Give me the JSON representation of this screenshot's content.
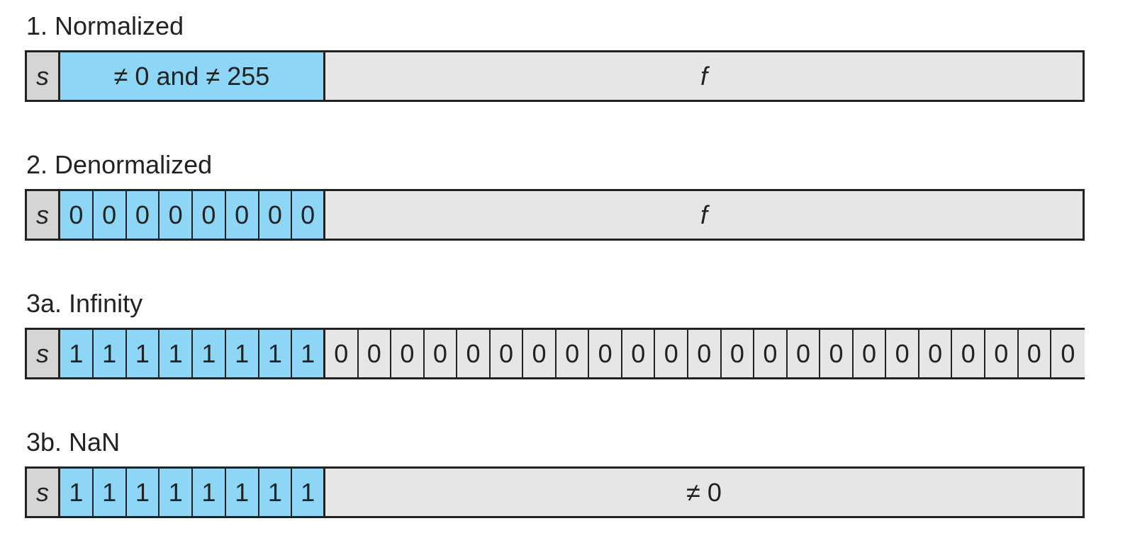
{
  "rows": [
    {
      "title": "1. Normalized",
      "sign": "s",
      "exponent_text": "≠ 0 and ≠ 255",
      "fraction_text": "f"
    },
    {
      "title": "2. Denormalized",
      "sign": "s",
      "exponent_bits": [
        "0",
        "0",
        "0",
        "0",
        "0",
        "0",
        "0",
        "0"
      ],
      "fraction_text": "f"
    },
    {
      "title": "3a. Infinity",
      "sign": "s",
      "exponent_bits": [
        "1",
        "1",
        "1",
        "1",
        "1",
        "1",
        "1",
        "1"
      ],
      "fraction_bits": [
        "0",
        "0",
        "0",
        "0",
        "0",
        "0",
        "0",
        "0",
        "0",
        "0",
        "0",
        "0",
        "0",
        "0",
        "0",
        "0",
        "0",
        "0",
        "0",
        "0",
        "0",
        "0",
        "0"
      ]
    },
    {
      "title": "3b. NaN",
      "sign": "s",
      "exponent_bits": [
        "1",
        "1",
        "1",
        "1",
        "1",
        "1",
        "1",
        "1"
      ],
      "fraction_text": "≠ 0"
    }
  ],
  "colors": {
    "exponent_fill": "#8ed6f5",
    "fraction_fill": "#e6e6e6",
    "sign_fill": "#d5d5d5",
    "border": "#222222"
  }
}
